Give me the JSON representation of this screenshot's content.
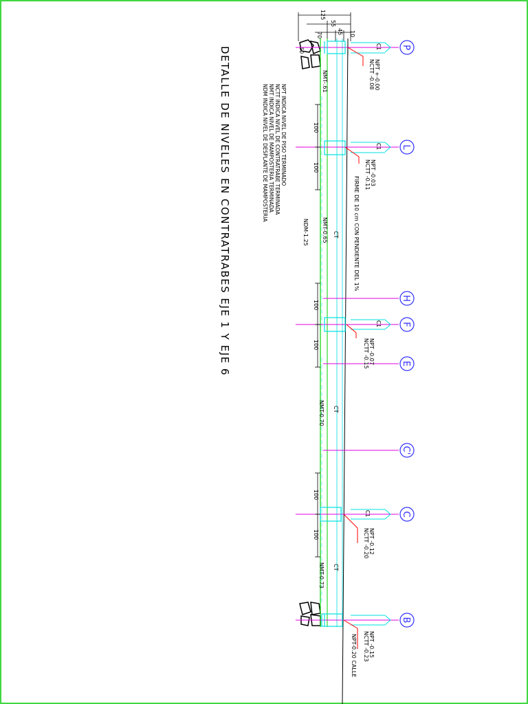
{
  "title": "DETALLE DE NIVELES EN CONTRATRABES EJE 1 Y EJE 6",
  "colors": {
    "border": "#00cc00",
    "beam": "#00d000",
    "column": "#00e0e0",
    "axis_line": "#e000e0",
    "axis_bubble": "#3030ff",
    "leader": "#ff0000",
    "dim": "#000000"
  },
  "legend": [
    "NPT  INDICA NIVEL DE PISO TERMINADO",
    "NCTT INDICA NIVEL DE CONTRATRABE TERMINADA",
    "NMT  INDICA NIVEL DE MAMPOSTERIA TERMINADA",
    "NDM  INDICA NIVEL DE DESPLANTE DE MAMPOSTERIA"
  ],
  "dims_top": [
    "125",
    "55",
    "45",
    "10",
    "70",
    "60"
  ],
  "axes": [
    "P",
    "L",
    "H",
    "F",
    "E",
    "C'",
    "C",
    "B"
  ],
  "column_tag": "C1",
  "beam_tag": "CT",
  "span_dim": "100",
  "npt_labels": [
    "NPT +-0.00",
    "NPT -0.03",
    "NPT -0.07",
    "NPT -0.12",
    "NPT -0.15"
  ],
  "nctt_labels": [
    "NCTT -0.08",
    "NCTT -0.11",
    "NCTT -0.15",
    "NCTT -0.20",
    "NCTT -0.23"
  ],
  "nmt_labels": [
    "NMT-.61",
    "NMT-0.65",
    "NMT-0.70",
    "NMT-0.73"
  ],
  "ndm_label": "NDM-1.25",
  "slab_note": "FIRME DE 10 cm CON PENDIENTE DEL 1%",
  "street_label": "NPT-0.20 CALLE"
}
